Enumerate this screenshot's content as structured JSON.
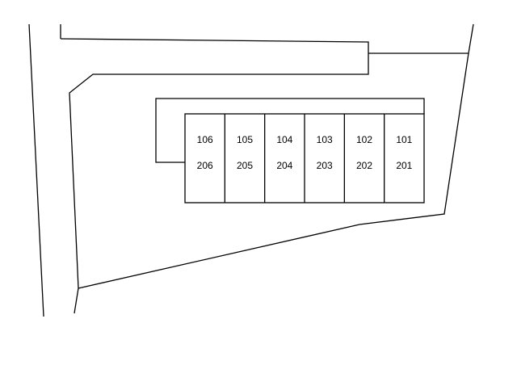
{
  "colors": {
    "line": "#000000",
    "background": "#ffffff"
  },
  "building": {
    "units": [
      {
        "upper": "106",
        "lower": "206"
      },
      {
        "upper": "105",
        "lower": "205"
      },
      {
        "upper": "104",
        "lower": "204"
      },
      {
        "upper": "103",
        "lower": "203"
      },
      {
        "upper": "102",
        "lower": "202"
      },
      {
        "upper": "101",
        "lower": "201"
      }
    ]
  }
}
